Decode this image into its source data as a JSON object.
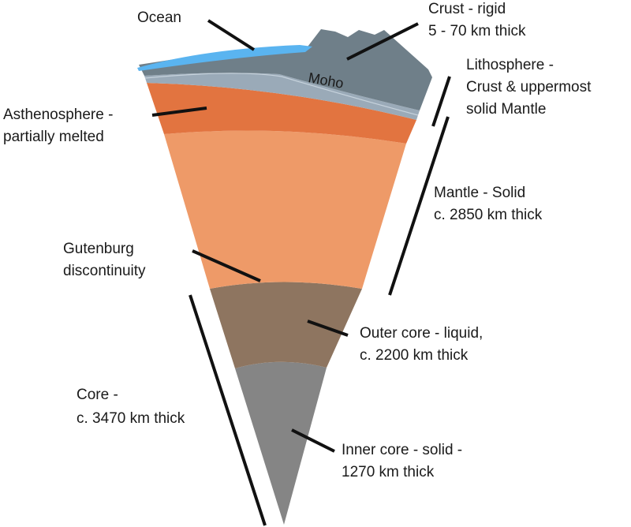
{
  "labels": {
    "ocean": "Ocean",
    "crust_line1": "Crust - rigid",
    "crust_line2": "5 - 70 km thick",
    "moho": "Moho",
    "lithosphere_line1": "Lithosphere -",
    "lithosphere_line2": "Crust & uppermost",
    "lithosphere_line3": "solid Mantle",
    "asthenosphere_line1": "Asthenosphere -",
    "asthenosphere_line2": "partially melted",
    "mantle_line1": "Mantle - Solid",
    "mantle_line2": "c. 2850 km thick",
    "gutenberg_line1": "Gutenburg",
    "gutenberg_line2": "discontinuity",
    "outer_core_line1": "Outer core - liquid,",
    "outer_core_line2": "c. 2200 km thick",
    "core_line1": "Core -",
    "core_line2": "c. 3470 km thick",
    "inner_core_line1": "Inner core - solid -",
    "inner_core_line2": "1270 km thick"
  },
  "colors": {
    "ocean": "#5ab4f0",
    "crust": "#6f7f89",
    "lithosphere_mantle": "#9aaab8",
    "asthenosphere": "#e27440",
    "mantle": "#ee9a68",
    "outer_core": "#8e7560",
    "inner_core": "#858585",
    "leader_lines": "#111111"
  }
}
